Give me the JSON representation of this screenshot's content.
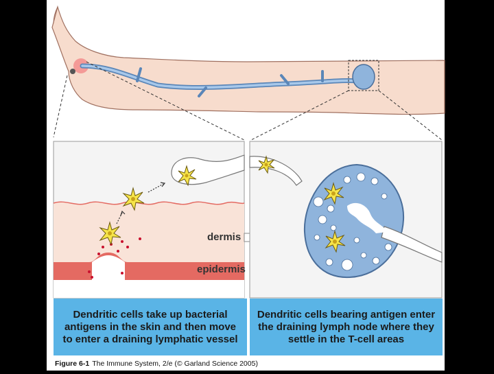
{
  "labels": {
    "dermis": "dermis",
    "epidermis": "epidermis"
  },
  "captions": {
    "left": "Dendritic cells take up bacterial antigens in the skin and then move to enter a draining lymphatic vessel",
    "right": "Dendritic cells bearing antigen enter the draining lymph node where they settle in the T-cell areas"
  },
  "credit": {
    "figure": "Figure 6-1",
    "source": "The Immune System, 2/e (© Garland Science 2005)"
  },
  "colors": {
    "background": "#000000",
    "skin": "#f7dccd",
    "lymph_blue": "#8fb4dc",
    "epidermis_band": "#e46a62",
    "caption_blue": "#5ab4e6",
    "dendritic_cell": "#f6e44a",
    "bacteria": "#c8102e"
  }
}
